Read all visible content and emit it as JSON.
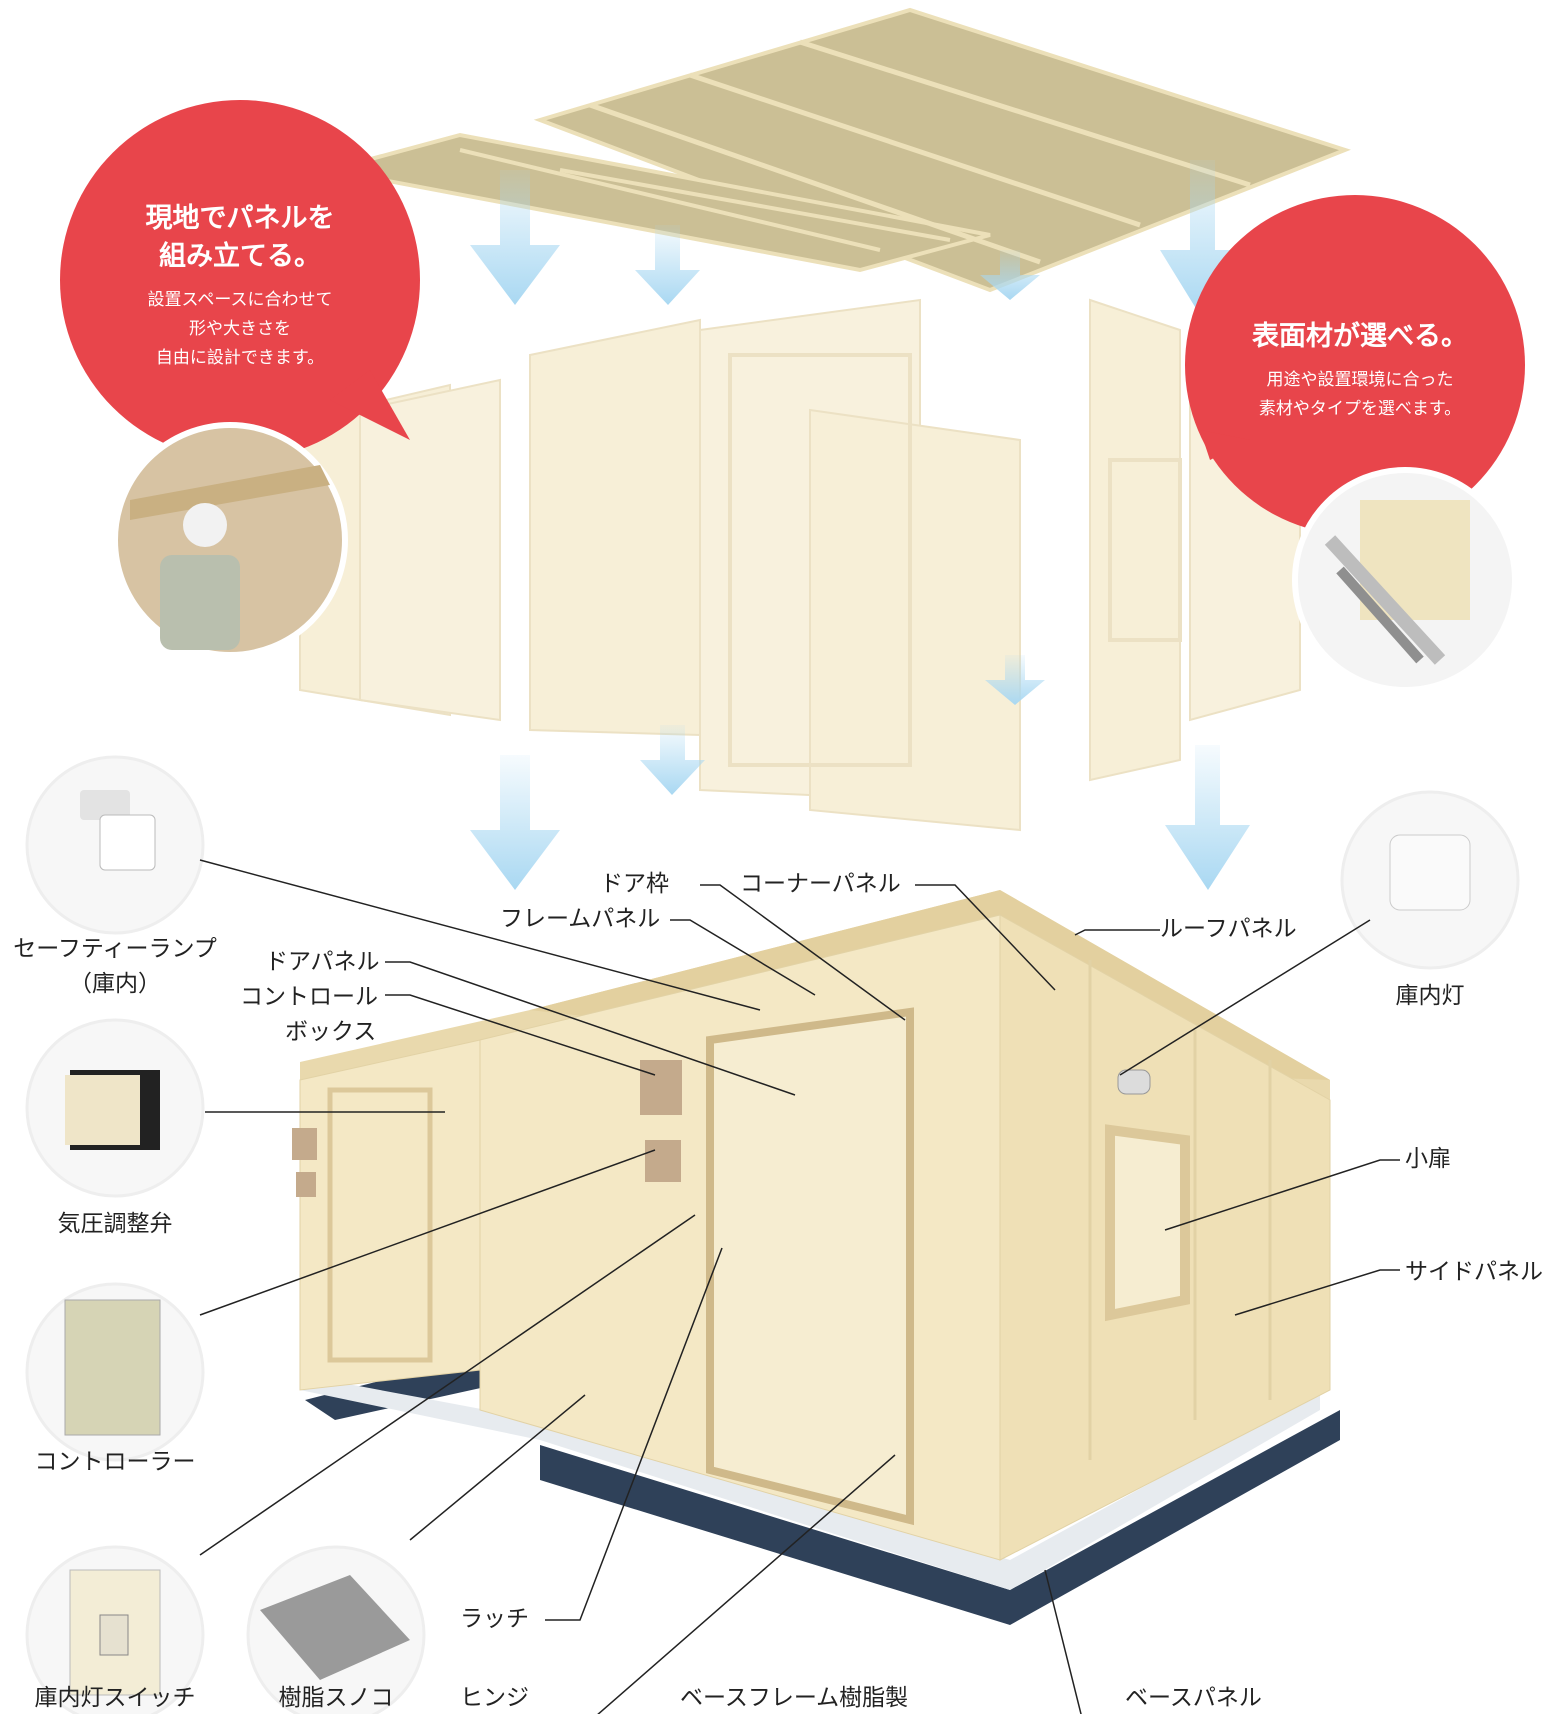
{
  "bubbles": {
    "assembly": {
      "title_line1": "現地でパネルを",
      "title_line2": "組み立てる。",
      "body_line1": "設置スペースに合わせて",
      "body_line2": "形や大きさを",
      "body_line3": "自由に設計できます。"
    },
    "surface": {
      "title": "表面材が選べる。",
      "body_line1": "用途や設置環境に合った",
      "body_line2": "素材やタイプを選べます。"
    }
  },
  "callouts": {
    "door_frame": "ドア枠",
    "corner_panel": "コーナーパネル",
    "frame_panel": "フレームパネル",
    "roof_panel": "ルーフパネル",
    "door_panel": "ドアパネル",
    "control_box_line1": "コントロール",
    "control_box_line2": "ボックス",
    "small_door": "小扉",
    "side_panel": "サイドパネル",
    "latch": "ラッチ",
    "hinge": "ヒンジ",
    "base_frame": "ベースフレーム樹脂製",
    "base_panel": "ベースパネル"
  },
  "parts": {
    "safety_lamp_line1": "セーフティーランプ",
    "safety_lamp_line2": "（庫内）",
    "pressure_valve": "気圧調整弁",
    "controller": "コントローラー",
    "light_switch": "庫内灯スイッチ",
    "resin_duckboard": "樹脂スノコ",
    "interior_light": "庫内灯"
  },
  "colors": {
    "panel": "#f3e7c3",
    "panel_edge": "#e2d2a5",
    "roof": "#cbbf95",
    "bubble": "#e8454b",
    "arrow": "#a9d8f2",
    "frame": "#2f4159"
  }
}
